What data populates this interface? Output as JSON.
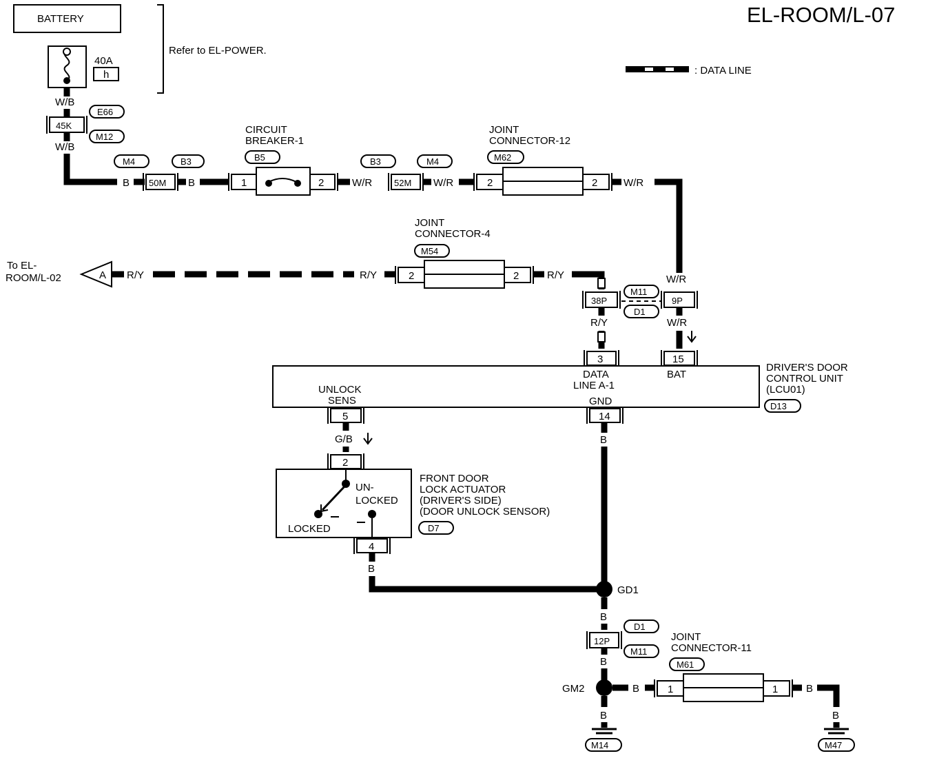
{
  "title": "EL-ROOM/L-07",
  "legend": {
    "data_line": ": DATA LINE"
  },
  "battery": {
    "label": "BATTERY",
    "fuse_rating": "40A",
    "fuse_letter": "h",
    "note": "Refer to EL-POWER."
  },
  "connectors": {
    "e66": "E66",
    "m12": "M12",
    "c45k": "45K",
    "m4a": "M4",
    "b3a": "B3",
    "c50m": "50M",
    "b5": "B5",
    "b3b": "B3",
    "m4b": "M4",
    "c52m": "52M",
    "m62": "M62",
    "m54": "M54",
    "m11a": "M11",
    "d1a": "D1",
    "c38p": "38P",
    "c9p": "9P",
    "d13": "D13",
    "d7": "D7",
    "d1b": "D1",
    "m11b": "M11",
    "c12p": "12P",
    "m61": "M61",
    "m14": "M14",
    "m47": "M47"
  },
  "components": {
    "circuit_breaker": [
      "CIRCUIT",
      "BREAKER-1"
    ],
    "joint12": [
      "JOINT",
      "CONNECTOR-12"
    ],
    "joint4": [
      "JOINT",
      "CONNECTOR-4"
    ],
    "joint11": [
      "JOINT",
      "CONNECTOR-11"
    ],
    "dcu": [
      "DRIVER'S DOOR",
      "CONTROL UNIT",
      "(LCU01)"
    ],
    "actuator": [
      "FRONT DOOR",
      "LOCK ACTUATOR",
      "(DRIVER'S SIDE)",
      "(DOOR UNLOCK SENSOR)"
    ]
  },
  "pins": {
    "cb_1": "1",
    "cb_2": "2",
    "j12_l": "2",
    "j12_r": "2",
    "j4_l": "2",
    "j4_r": "2",
    "dcu_3": "3",
    "dcu_15": "15",
    "dcu_5": "5",
    "dcu_14": "14",
    "act_2": "2",
    "act_4": "4",
    "j11_l": "1",
    "j11_r": "1"
  },
  "terminal_labels": {
    "data_line": [
      "DATA",
      "LINE A-1"
    ],
    "bat": "BAT",
    "gnd": "GND",
    "unlock_sens": [
      "UNLOCK",
      "SENS"
    ],
    "unlocked": [
      "UN-",
      "LOCKED"
    ],
    "locked": "LOCKED"
  },
  "wire_colors": {
    "wb1": "W/B",
    "wb2": "W/B",
    "b1": "B",
    "b2": "B",
    "wr1": "W/R",
    "wr2": "W/R",
    "wr3": "W/R",
    "wr4": "W/R",
    "wr5": "W/R",
    "ry1": "R/Y",
    "ry2": "R/Y",
    "ry3": "R/Y",
    "ry4": "R/Y",
    "gb": "G/B",
    "b3": "B",
    "b4": "B",
    "b5": "B",
    "b6": "B",
    "b7": "B",
    "b8": "B",
    "b9": "B",
    "b10": "B"
  },
  "offpage": {
    "letter": "A",
    "text": [
      "To EL-",
      "ROOM/L-02"
    ]
  },
  "grounds": {
    "gd1": "GD1",
    "gm2": "GM2"
  }
}
